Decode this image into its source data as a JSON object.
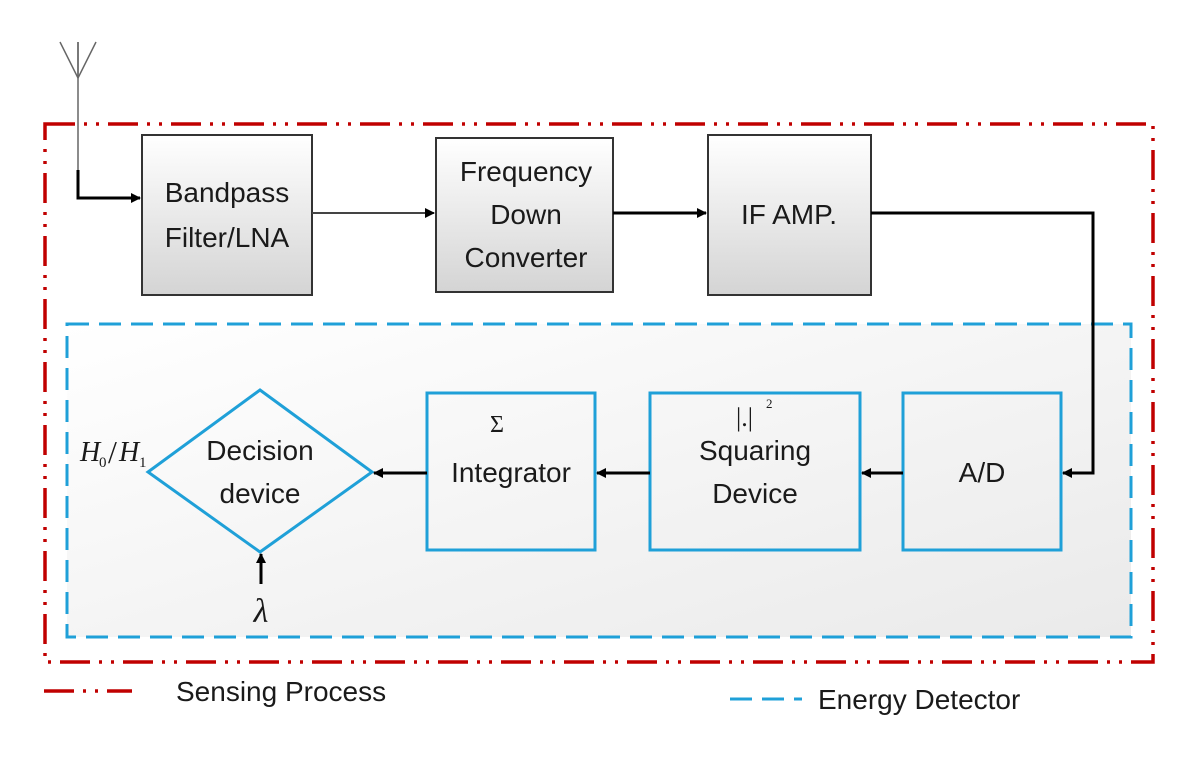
{
  "blocks": {
    "bandpass": {
      "line1": "Bandpass",
      "line2": "Filter/LNA"
    },
    "downconverter": {
      "line1": "Frequency",
      "line2": "Down",
      "line3": "Converter"
    },
    "ifamp": {
      "label": "IF AMP."
    },
    "ad": {
      "label": "A/D"
    },
    "squaring": {
      "symbol": "|.|",
      "exponent": "2",
      "line1": "Squaring",
      "line2": "Device"
    },
    "integrator": {
      "symbol": "Σ",
      "label": "Integrator"
    },
    "decision": {
      "line1": "Decision",
      "line2": "device"
    }
  },
  "labels": {
    "hypothesis_h0": "H",
    "h0_sub": "0",
    "slash": "/",
    "hypothesis_h1": "H",
    "h1_sub": "1",
    "threshold": "λ"
  },
  "legend": {
    "sensing_process": "Sensing Process",
    "energy_detector": "Energy Detector"
  },
  "colors": {
    "sensing_border": "#c00000",
    "detector_border": "#1fa0d8",
    "block_border": "#333333",
    "block_fill_top": "#ffffff",
    "block_fill_bottom": "#d6d6d6",
    "detector_fill": "#f0f0f0",
    "arrow": "#000000"
  }
}
